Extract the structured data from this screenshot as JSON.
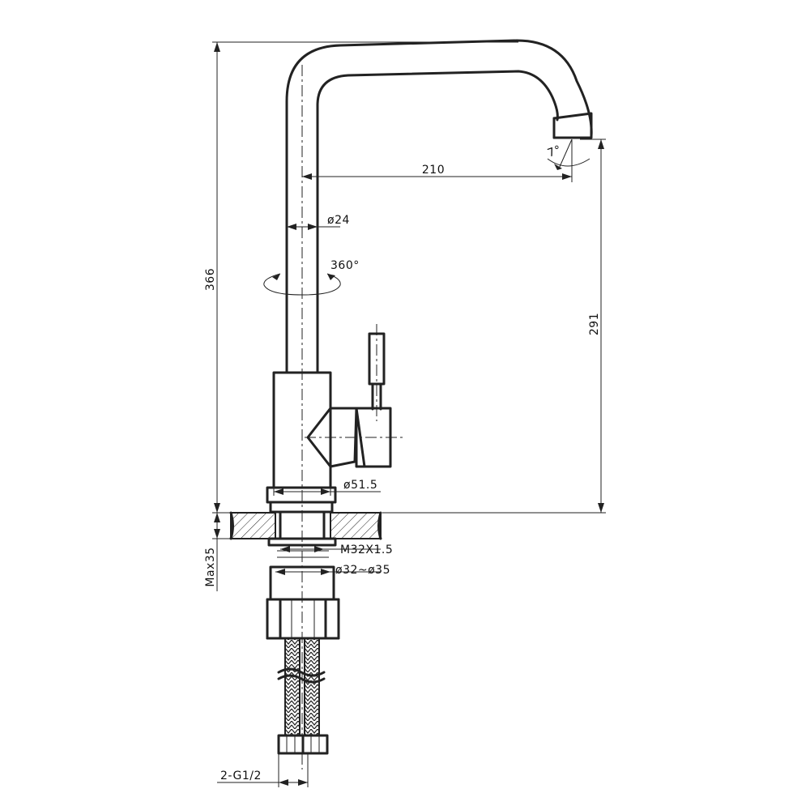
{
  "dimensions": {
    "total_height": "366",
    "spout_reach": "210",
    "spout_diameter": "ø24",
    "rotation": "360°",
    "outlet_height": "291",
    "outlet_angle": "7°",
    "body_diameter": "ø51.5",
    "thread": "M32X1.5",
    "mounting_hole": "ø32~ø35",
    "max_deck_thickness": "Max35",
    "hose_connection": "2-G1/2"
  },
  "colors": {
    "line": "#222222",
    "background": "#ffffff"
  }
}
